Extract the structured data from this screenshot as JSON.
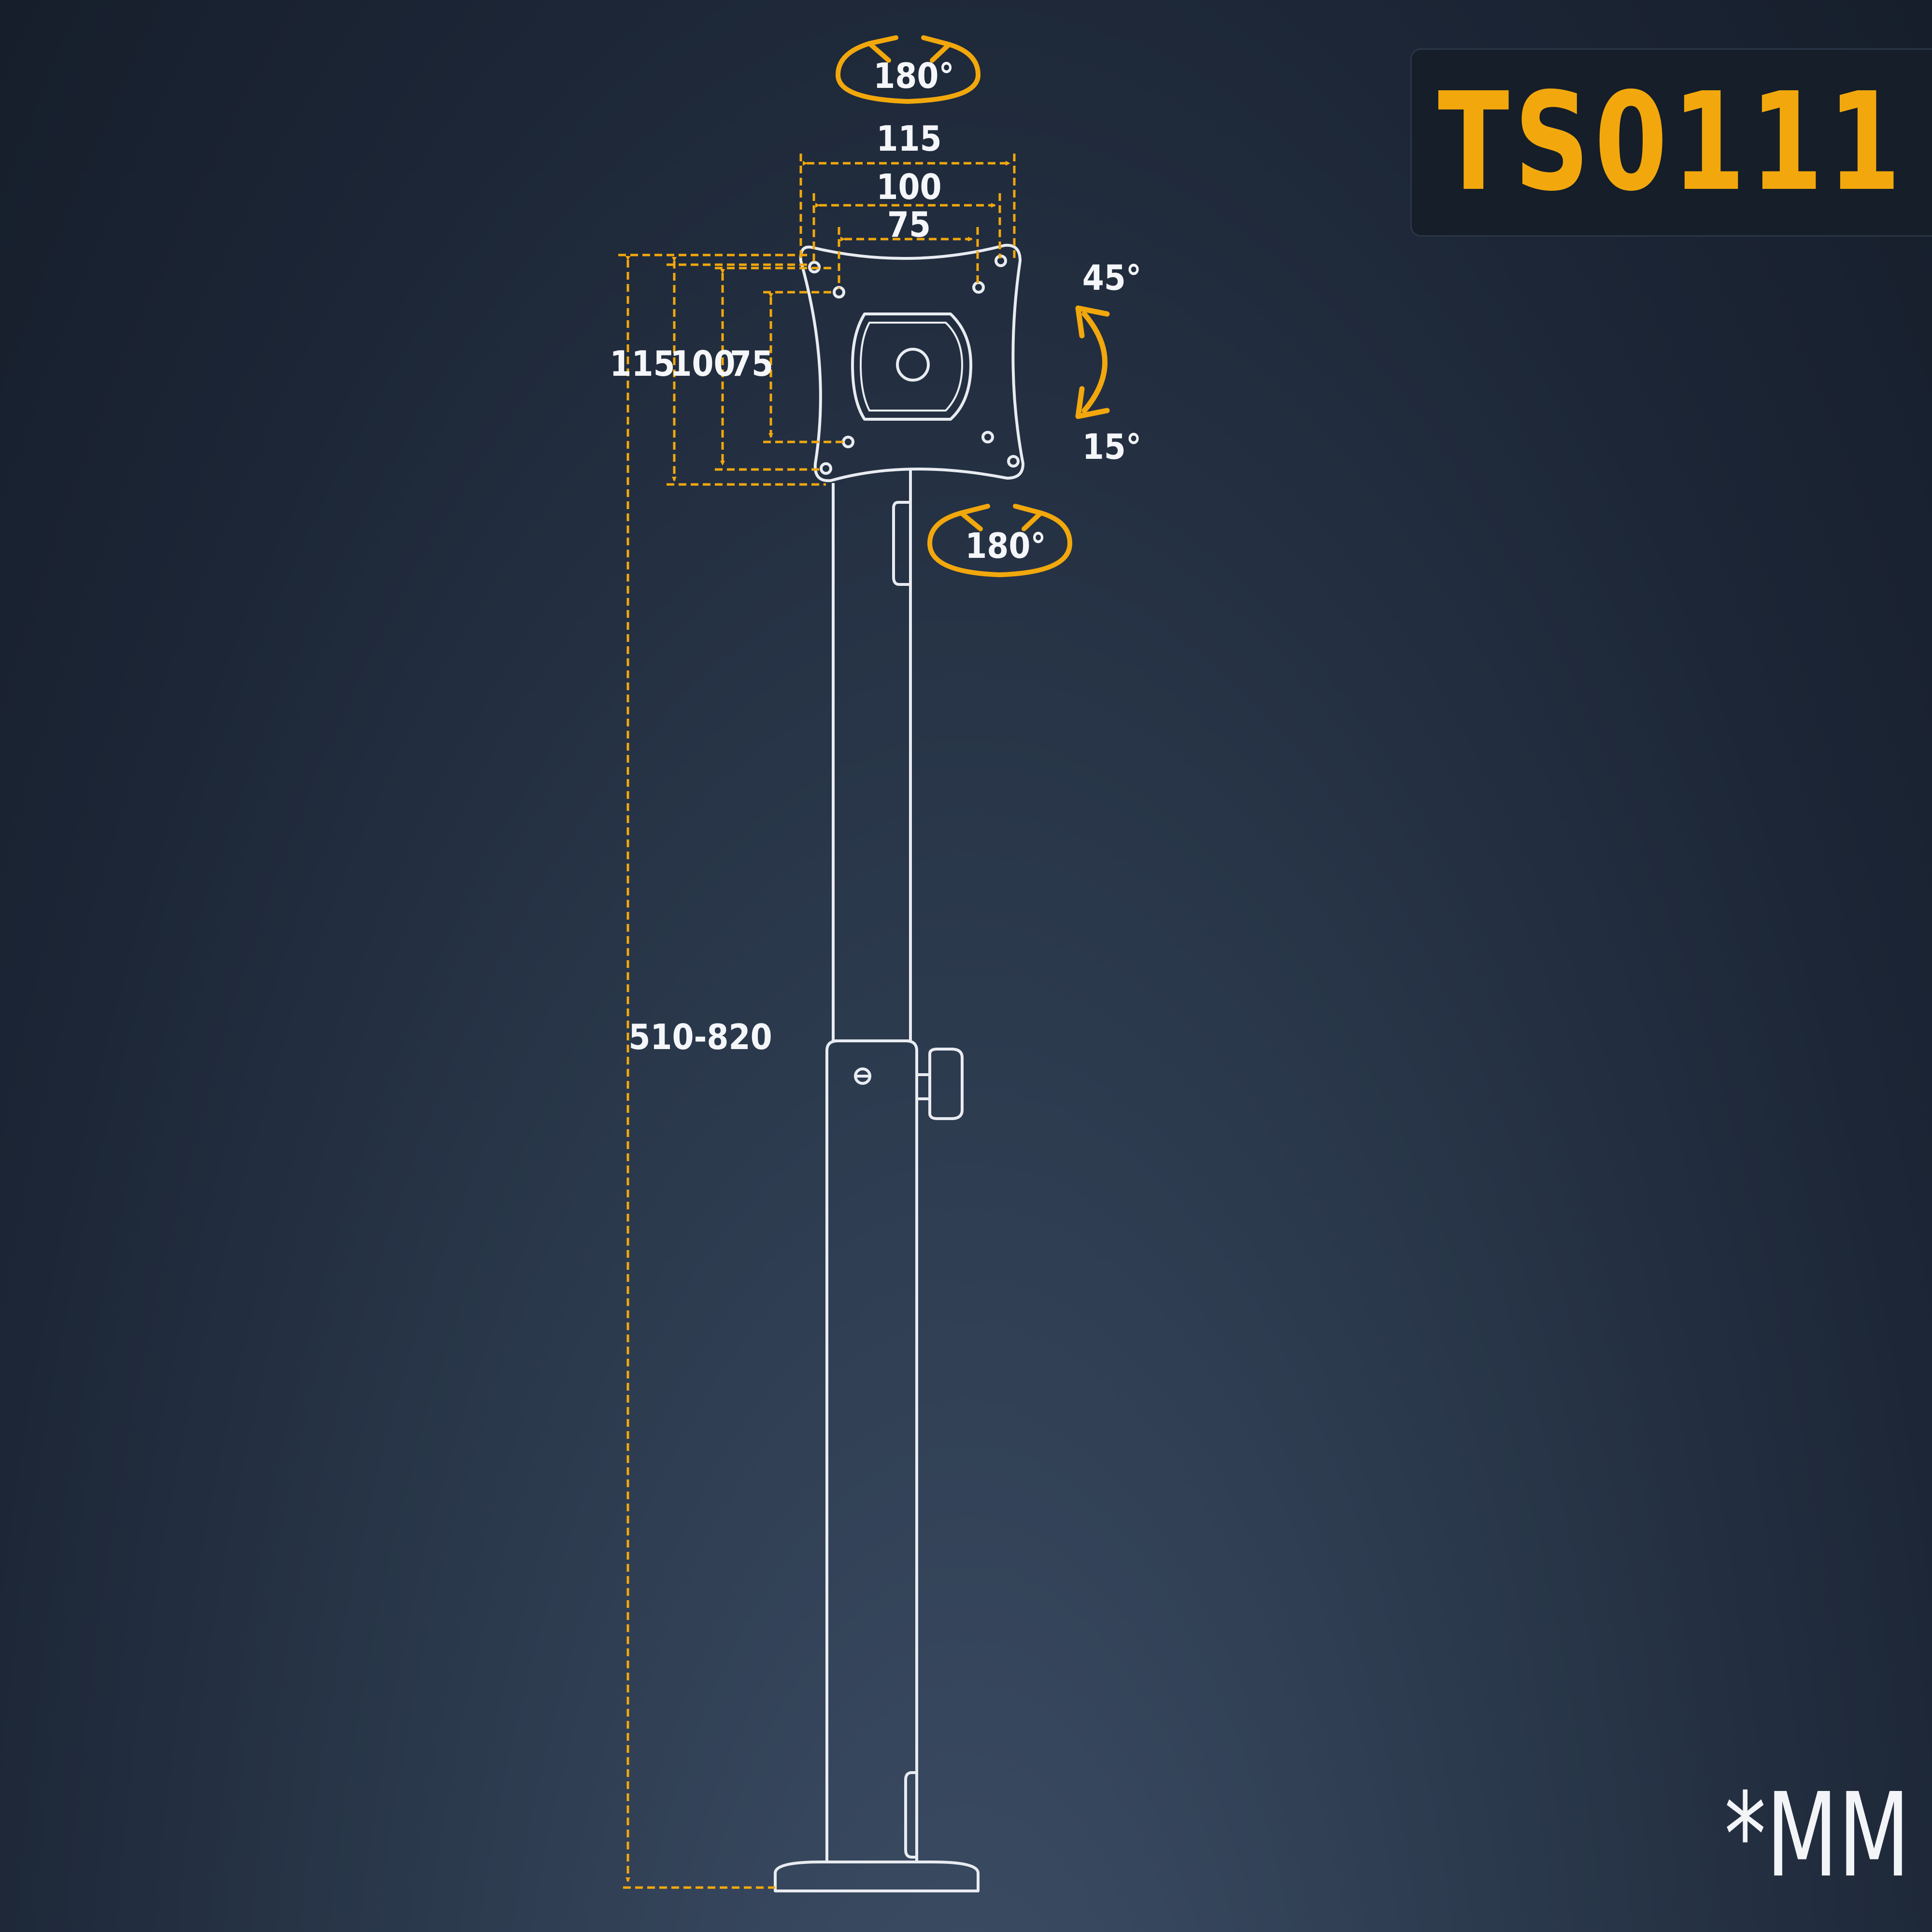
{
  "model": "TS0111",
  "unit": "*MM",
  "rotation_top": "180°",
  "rotation_bottom": "180°",
  "tilt_up": "45°",
  "tilt_down": "15°",
  "width_115": "115",
  "width_100": "100",
  "width_75": "75",
  "height_115": "115",
  "height_100": "100",
  "height_75": "75",
  "height_range": "510-820",
  "colors": {
    "accent": "#f2a80c",
    "line": "#e8ecf1",
    "badge_bg": "#151e29"
  }
}
